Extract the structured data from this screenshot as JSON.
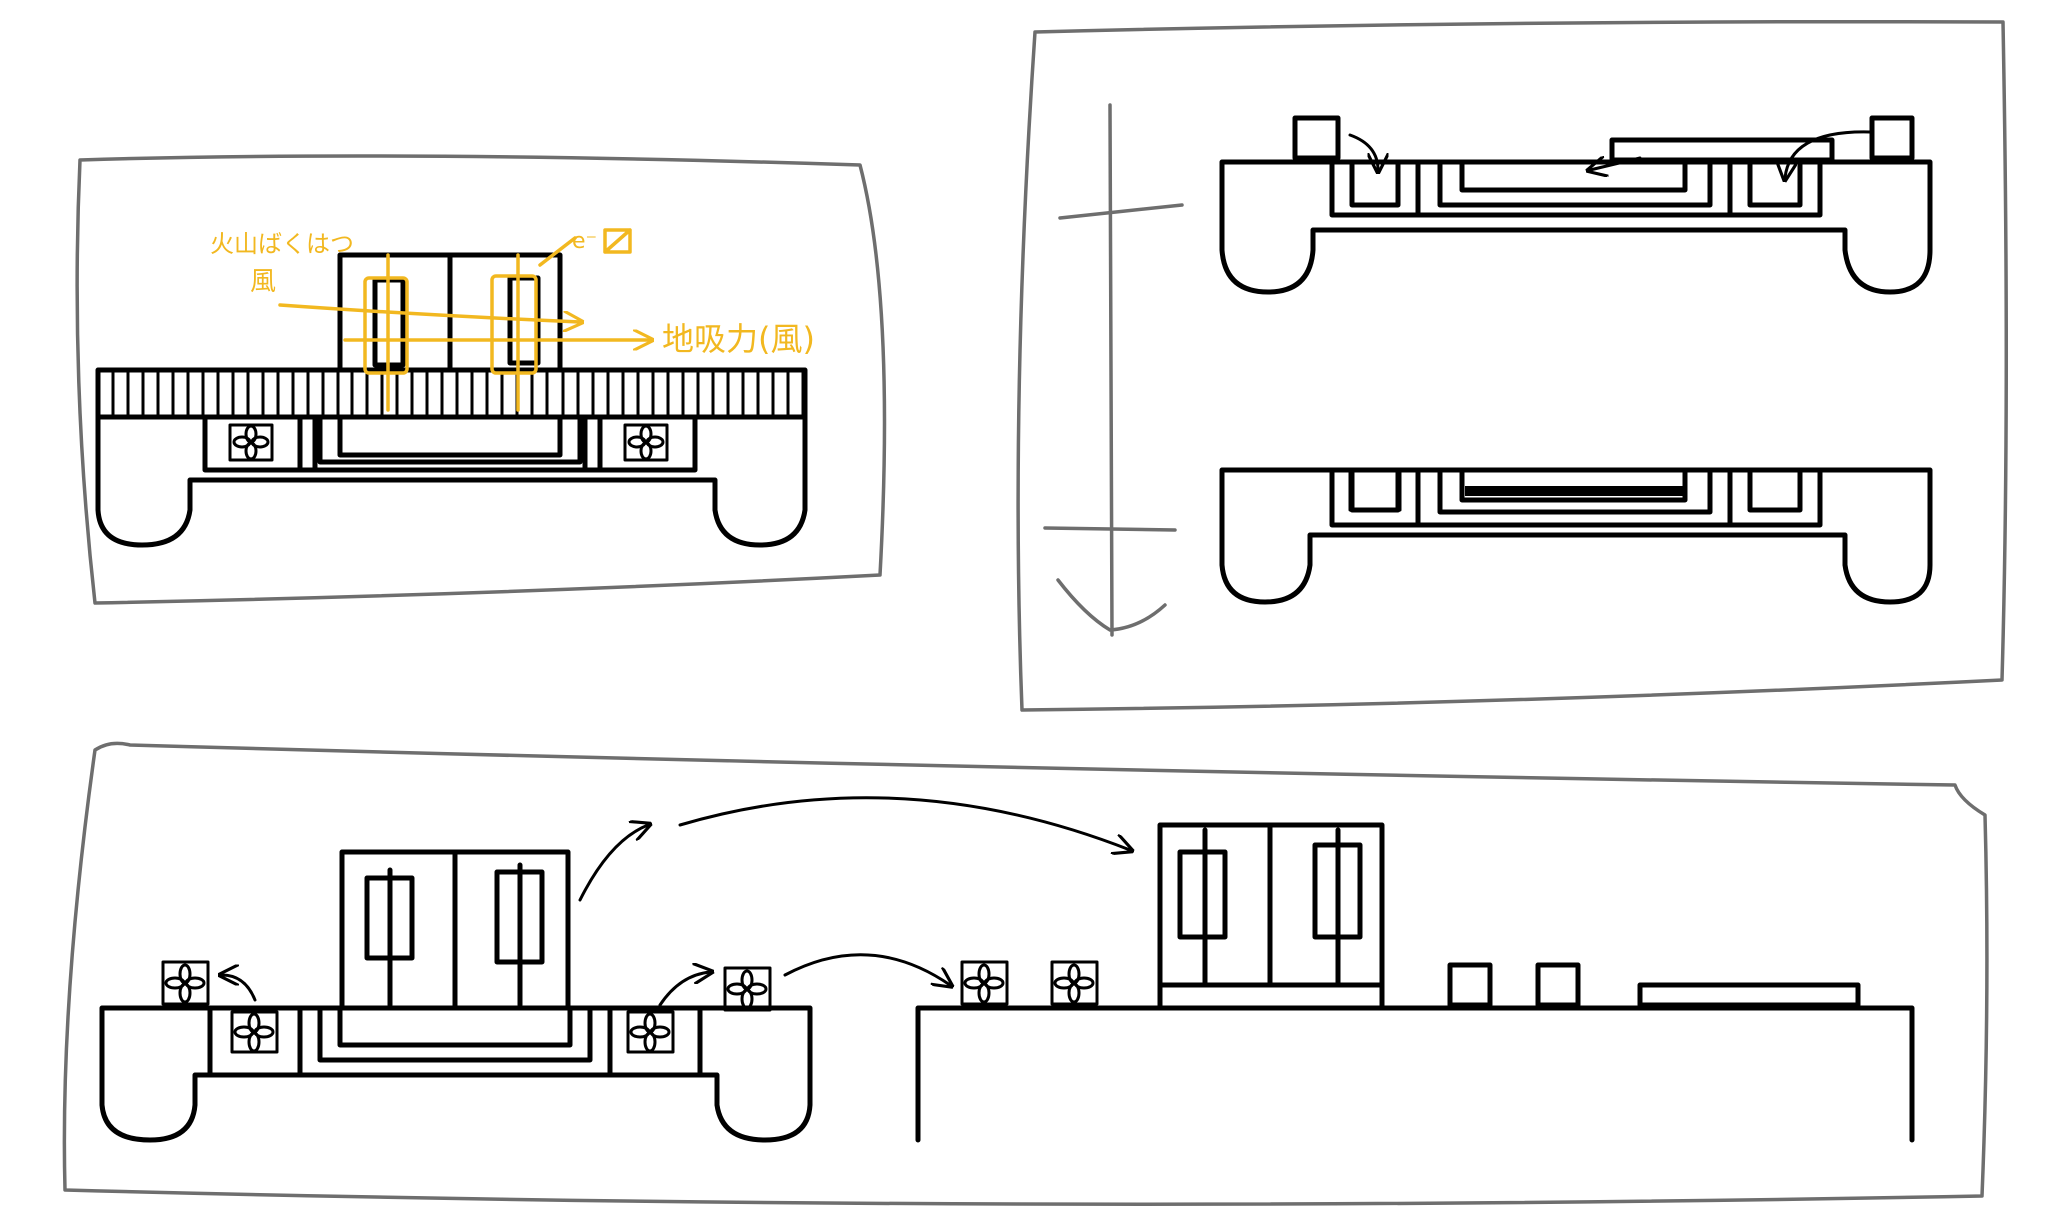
{
  "annotations": {
    "volcano_label_line1": "火山ばくはつ",
    "volcano_label_line2": "風",
    "electron_label": "e⁻",
    "attraction_label": "地吸力(風)"
  },
  "colors": {
    "ink": "#000000",
    "frame": "#6e6e6e",
    "annotation": "#f2b820"
  },
  "panels": [
    {
      "id": "panel-top-left",
      "content": "machine cross-section with annotations"
    },
    {
      "id": "panel-top-right",
      "content": "assembly sequence (top to bottom)"
    },
    {
      "id": "panel-bottom",
      "content": "disassembly into parts"
    }
  ]
}
